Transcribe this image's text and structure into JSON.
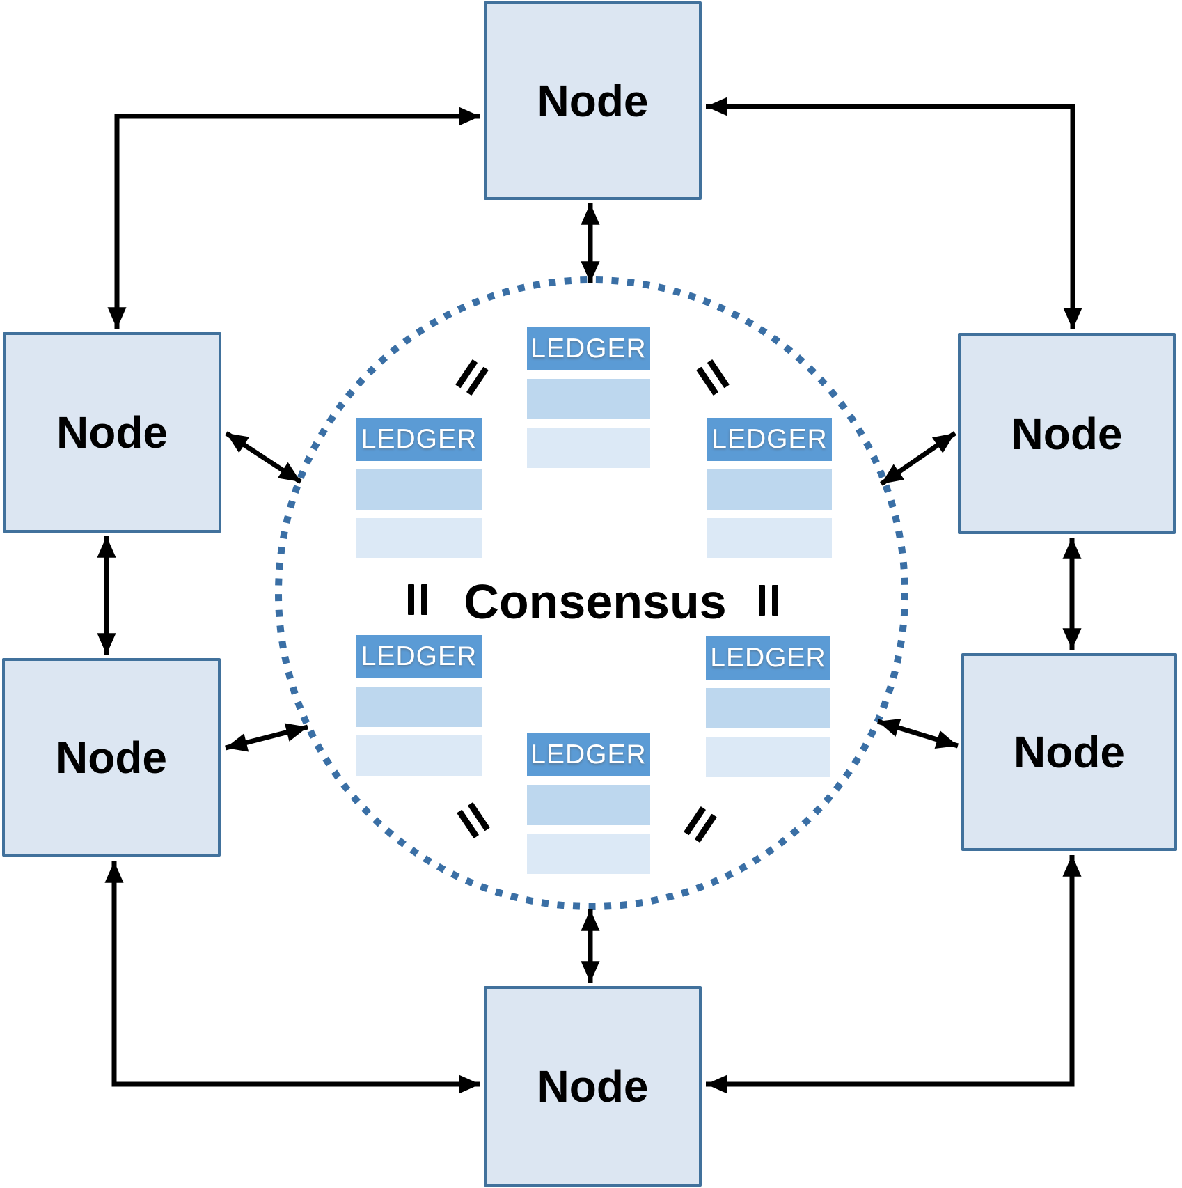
{
  "diagram": {
    "consensus": {
      "label": "Consensus"
    },
    "nodes": [
      {
        "id": "top",
        "label": "Node"
      },
      {
        "id": "upper-left",
        "label": "Node"
      },
      {
        "id": "upper-right",
        "label": "Node"
      },
      {
        "id": "lower-left",
        "label": "Node"
      },
      {
        "id": "lower-right",
        "label": "Node"
      },
      {
        "id": "bottom",
        "label": "Node"
      }
    ],
    "ledgers": [
      {
        "id": "top-center",
        "label": "LEDGER"
      },
      {
        "id": "upper-left",
        "label": "LEDGER"
      },
      {
        "id": "upper-right",
        "label": "LEDGER"
      },
      {
        "id": "lower-left",
        "label": "LEDGER"
      },
      {
        "id": "lower-right",
        "label": "LEDGER"
      },
      {
        "id": "bottom-center",
        "label": "LEDGER"
      }
    ],
    "icons": {
      "equals_mark": "=",
      "equals_mark_count": 6
    },
    "colors": {
      "node_fill": "#dce6f2",
      "node_border": "#41719c",
      "ledger_header": "#5b9bd5",
      "ledger_row1": "#bdd7ee",
      "ledger_row2": "#dce9f6",
      "circle_dot": "#3a6fa5",
      "arrow": "#000000"
    }
  }
}
